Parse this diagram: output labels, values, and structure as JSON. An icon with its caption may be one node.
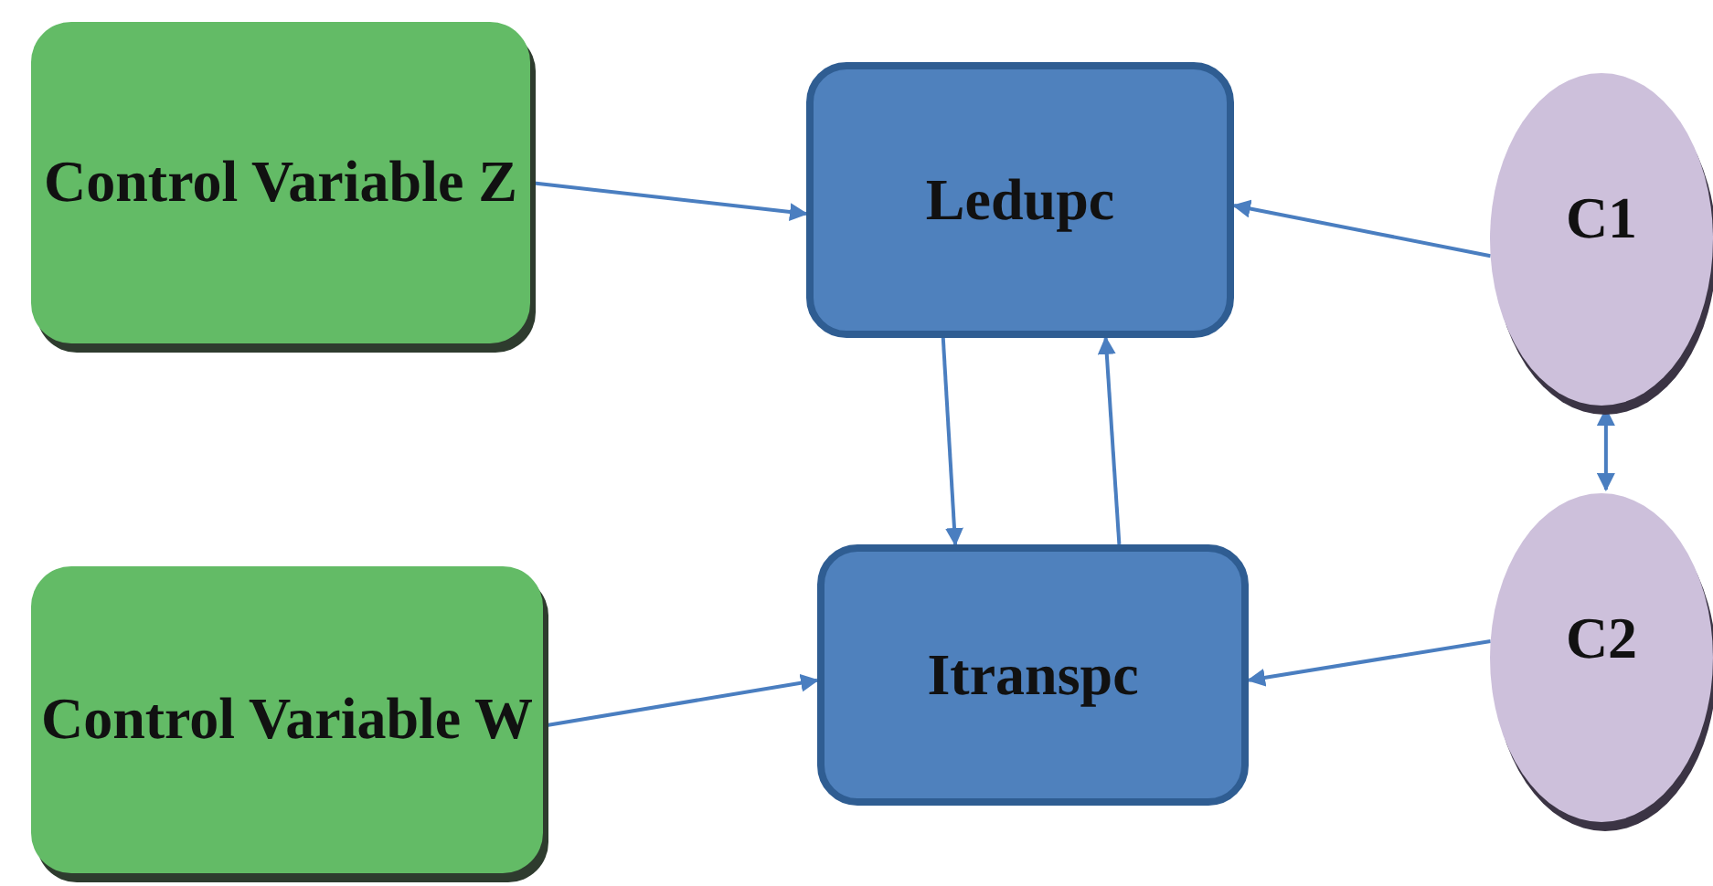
{
  "diagram": {
    "nodes": [
      {
        "text": [
          "Control Variable Z"
        ]
      },
      {
        "text": [
          "Ledupc"
        ]
      },
      {
        "text": [
          "C1"
        ]
      },
      {
        "text": [
          "C2"
        ]
      },
      {
        "text": [
          "Control Variable W"
        ]
      },
      {
        "text": [
          "Itranspc"
        ]
      }
    ],
    "edges": [
      {
        "from": 0,
        "to": 1,
        "arrow": "to"
      },
      {
        "from": 2,
        "to": 1,
        "arrow": "to"
      },
      {
        "from": 1,
        "to": 5,
        "arrow": "to"
      },
      {
        "from": 5,
        "to": 1,
        "arrow": "to"
      },
      {
        "from": 2,
        "to": 3,
        "arrow": "both"
      },
      {
        "from": 4,
        "to": 5,
        "arrow": "to"
      },
      {
        "from": 3,
        "to": 5,
        "arrow": "to"
      }
    ]
  }
}
